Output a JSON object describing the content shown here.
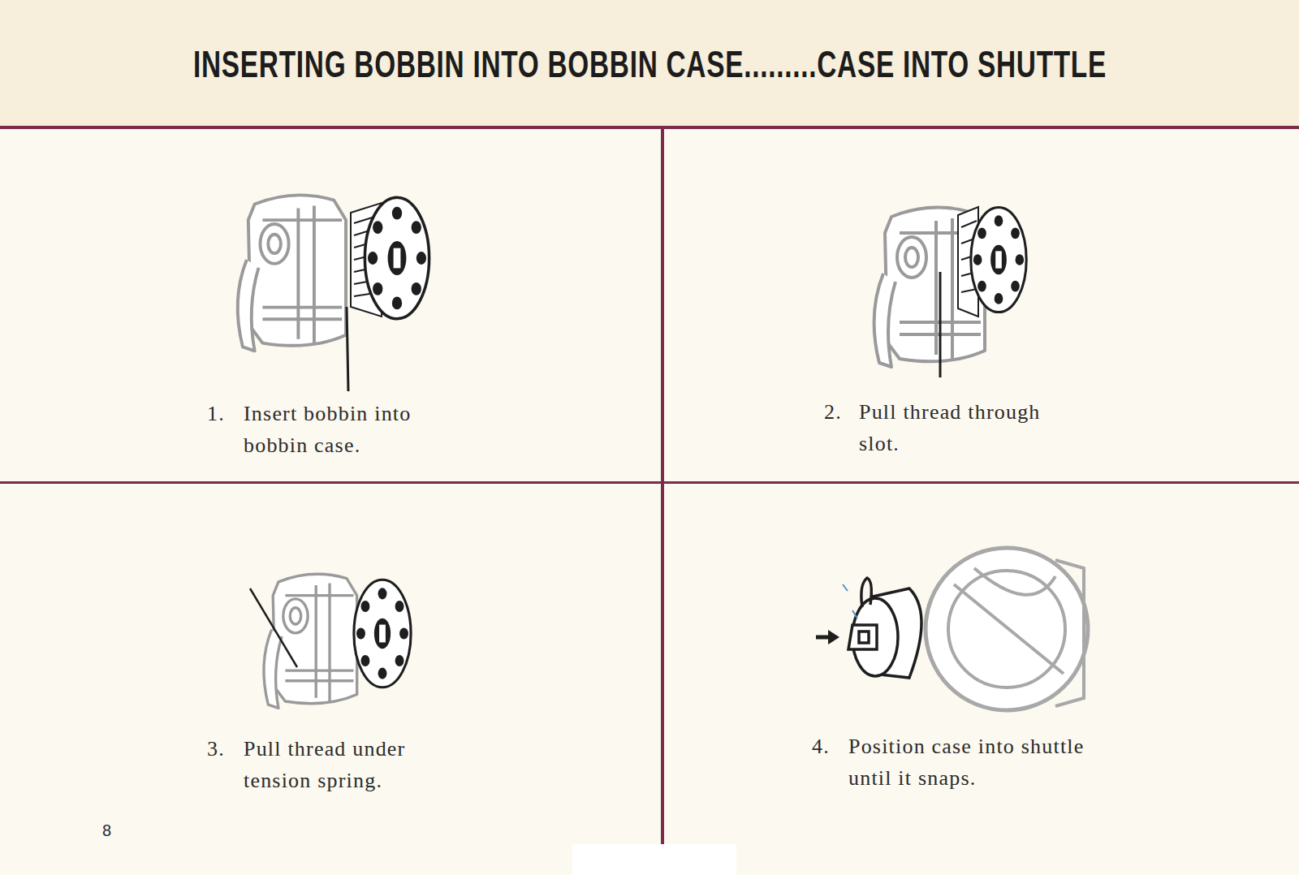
{
  "diagram": {
    "title": "INSERTING BOBBIN INTO BOBBIN CASE.........CASE INTO SHUTTLE",
    "labels": [
      "1.",
      "Insert bobbin into bobbin case.",
      "2.",
      "Pull thread through slot.",
      "3.",
      "Pull thread under tension spring.",
      "4.",
      "Position case into shuttle until it snaps.",
      "8"
    ]
  }
}
